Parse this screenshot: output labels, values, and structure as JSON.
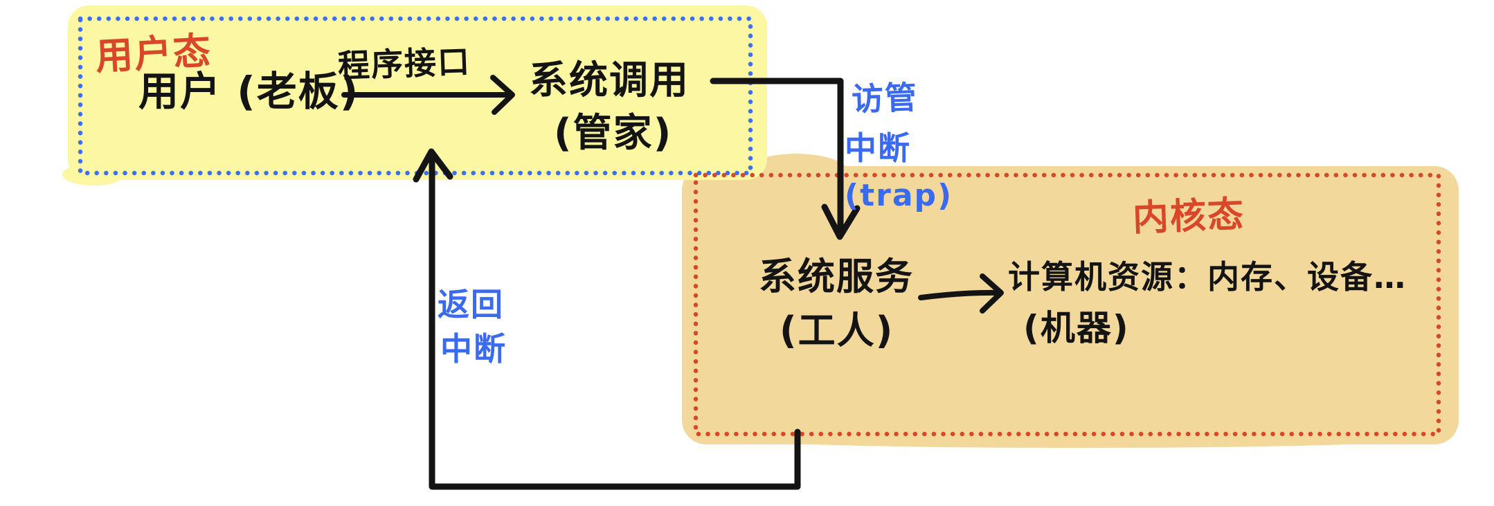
{
  "canvas": {
    "background": "#ffffff",
    "ink_color": "#141414"
  },
  "user_mode": {
    "region_label": "用户态",
    "region_label_color": "#d9472b",
    "fill": "#fbf7a2",
    "border_color": "#3e6ef2",
    "user_label": "用户 (老板)",
    "interface_arrow_label": "程序接口",
    "syscall_label": "系统调用",
    "syscall_sublabel": "(管家)"
  },
  "kernel_mode": {
    "region_label": "内核态",
    "region_label_color": "#d9472b",
    "fill": "#f3d89b",
    "border_color": "#d9472b",
    "service_label": "系统服务",
    "service_sublabel": "(工人)",
    "resources_label": "计算机资源：内存、设备…",
    "resources_sublabel": "(机器)"
  },
  "annotations": {
    "color": "#3a6af2",
    "trap_word1": "访管",
    "trap_word2": "中断",
    "trap_word3": "(trap)",
    "return_word1": "返回",
    "return_word2": "中断"
  }
}
